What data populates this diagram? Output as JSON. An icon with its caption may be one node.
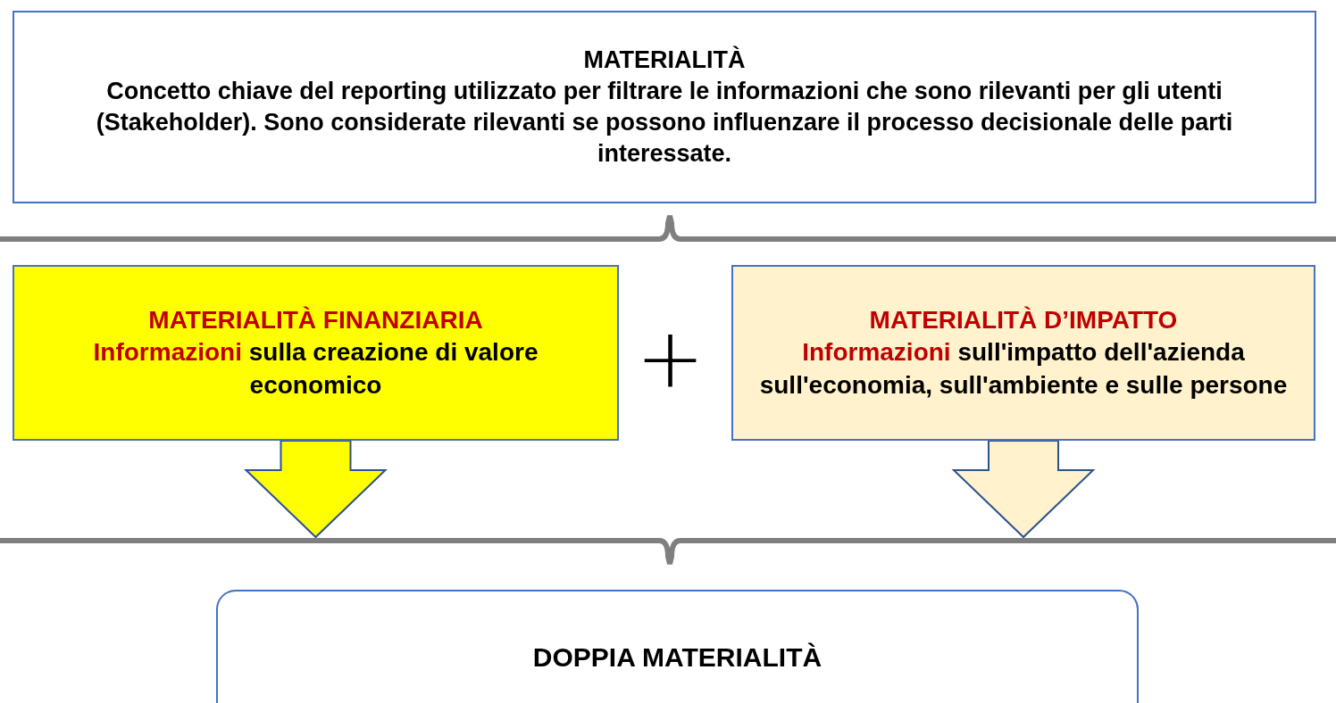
{
  "diagram": {
    "nodes": [
      {
        "text": [
          "MATERIALITÀ",
          "Concetto chiave del reporting utilizzato per filtrare le informazioni che sono rilevanti per gli utenti (Stakeholder). Sono considerate rilevanti se possono influenzare il processo decisionale delle parti interessate."
        ]
      },
      {
        "text": [
          "MATERIALITÀ FINANZIARIA",
          "Informazioni",
          "sulla creazione di valore economico"
        ]
      },
      {
        "text": [
          "MATERIALITÀ D’IMPATTO",
          "Informazioni",
          "sull'impatto dell'azienda sull'economia, sull'ambiente e sulle persone"
        ]
      },
      {
        "text": [
          "DOPPIA MATERIALITÀ"
        ]
      }
    ],
    "edges": [
      {
        "from": 1,
        "to": null,
        "arrow": "to",
        "color": "#ffff00"
      },
      {
        "from": 2,
        "to": null,
        "arrow": "to",
        "color": "#fff2cc"
      }
    ],
    "labels": [
      "+"
    ]
  }
}
